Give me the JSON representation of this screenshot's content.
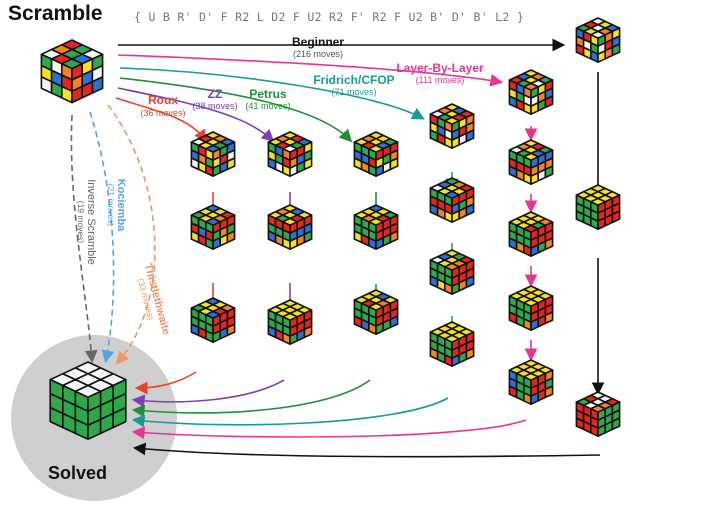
{
  "title": "Scramble",
  "scramble_sequence": "{ U B R' D' F R2 L D2 F U2 R2 F' R2 F U2 B' D' B' L2 }",
  "solved_label": "Solved",
  "colors": {
    "beginner": "#111111",
    "layer_by_layer": "#e8368f",
    "fridrich": "#1a9a92",
    "petrus": "#1f8f3a",
    "zz": "#7b3fb8",
    "roux": "#e8442c",
    "thistlethwaite": "#f0946a",
    "kociemba": "#5aa0e8",
    "inverse": "#666666",
    "solved_circle": "#cfcfcf"
  },
  "methods": [
    {
      "key": "beginner",
      "name": "Beginner",
      "moves": "(216 moves)"
    },
    {
      "key": "layer_by_layer",
      "name": "Layer-By-Layer",
      "moves": "(111 moves)"
    },
    {
      "key": "fridrich",
      "name": "Fridrich/CFOP",
      "moves": "(71 moves)"
    },
    {
      "key": "petrus",
      "name": "Petrus",
      "moves": "(41 moves)"
    },
    {
      "key": "zz",
      "name": "ZZ",
      "moves": "(38 moves)"
    },
    {
      "key": "roux",
      "name": "Roux",
      "moves": "(36 moves)"
    },
    {
      "key": "thistlethwaite",
      "name": "Thistlethwaite",
      "moves": "(33 moves)"
    },
    {
      "key": "kociemba",
      "name": "Kociemba",
      "moves": "(21 moves)"
    },
    {
      "key": "inverse",
      "name": "Inverse Scramble",
      "moves": "(19 moves)"
    }
  ]
}
